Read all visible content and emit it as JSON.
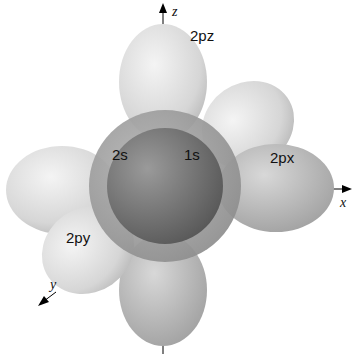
{
  "diagram": {
    "labels": [
      "z",
      "2pz",
      "2s",
      "1s",
      "2px",
      "x",
      "2py",
      "y"
    ]
  }
}
